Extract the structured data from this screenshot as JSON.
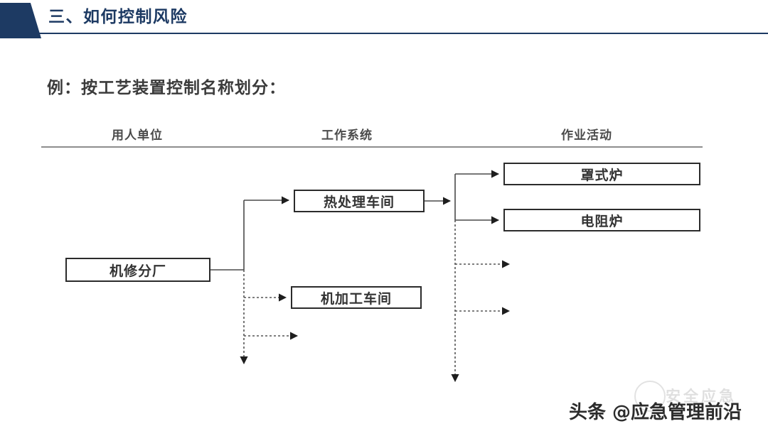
{
  "header": {
    "title": "三、如何控制风险",
    "accent_color": "#1d3a63"
  },
  "subtitle": "例：按工艺装置控制名称划分：",
  "columns": [
    {
      "label": "用人单位"
    },
    {
      "label": "工作系统"
    },
    {
      "label": "作业活动"
    }
  ],
  "nodes": {
    "employer": "机修分厂",
    "heat_treatment_workshop": "热处理车间",
    "machining_workshop": "机加工车间",
    "bell_furnace": "罩式炉",
    "resistance_furnace": "电阻炉"
  },
  "watermark": {
    "text": "头条 @应急管理前沿",
    "logo_text": "安全应急"
  },
  "chart_data": {
    "type": "diagram",
    "title": "例：按工艺装置控制名称划分：",
    "layout": "left-to-right hierarchy, 3 levels",
    "levels": [
      "用人单位",
      "工作系统",
      "作业活动"
    ],
    "nodes": [
      {
        "id": "jxfc",
        "label": "机修分厂",
        "level": "用人单位"
      },
      {
        "id": "rclcj",
        "label": "热处理车间",
        "level": "工作系统"
      },
      {
        "id": "jjgcj",
        "label": "机加工车间",
        "level": "工作系统"
      },
      {
        "id": "zsl",
        "label": "罩式炉",
        "level": "作业活动"
      },
      {
        "id": "dzl",
        "label": "电阻炉",
        "level": "作业活动"
      }
    ],
    "edges": [
      {
        "from": "jxfc",
        "to": "rclcj",
        "style": "solid"
      },
      {
        "from": "jxfc",
        "to": "jjgcj",
        "style": "dashed"
      },
      {
        "from": "jxfc",
        "to": null,
        "style": "dashed",
        "note": "unlabeled placeholder branch"
      },
      {
        "from": "jxfc",
        "to": null,
        "style": "dashed",
        "note": "continues downward"
      },
      {
        "from": "rclcj",
        "to": "zsl",
        "style": "solid"
      },
      {
        "from": "rclcj",
        "to": "dzl",
        "style": "solid"
      },
      {
        "from": "rclcj",
        "to": null,
        "style": "dashed",
        "note": "unlabeled placeholder branch"
      },
      {
        "from": "rclcj",
        "to": null,
        "style": "dashed",
        "note": "unlabeled placeholder branch"
      },
      {
        "from": "rclcj",
        "to": null,
        "style": "dashed",
        "note": "continues downward"
      }
    ]
  }
}
